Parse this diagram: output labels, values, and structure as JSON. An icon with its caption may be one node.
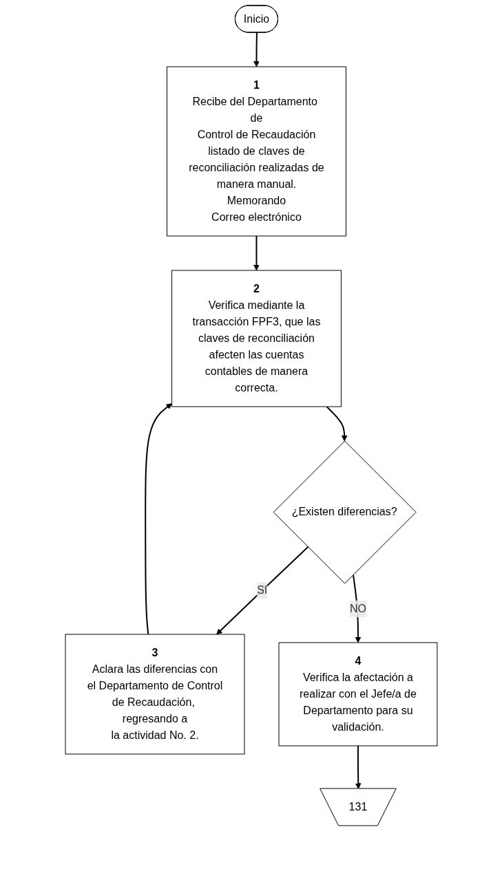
{
  "diagram": {
    "nodes": [
      {
        "text": [
          "Inicio"
        ]
      },
      {
        "text": [
          "1",
          "Recibe del Departamento de Control de Recaudación listado de claves de reconciliación realizadas de manera manual.",
          "Memorando",
          "Correo electrónico"
        ]
      },
      {
        "text": [
          "2",
          "Verifica mediante la transacción FPF3, que las claves de reconciliación afecten las cuentas contables de manera correcta."
        ]
      },
      {
        "text": [
          "¿Existen diferencias?"
        ]
      },
      {
        "text": [
          "3",
          "Aclara las diferencias con el Departamento de Control de Recaudación, regresando a la actividad No. 2."
        ]
      },
      {
        "text": [
          "4",
          "Verifica la afectación a realizar con el Jefe/a de Departamento para su validación."
        ]
      },
      {
        "text": [
          "131"
        ]
      }
    ],
    "edges": [
      {
        "from": 0,
        "to": 1,
        "arrow": "to"
      },
      {
        "from": 1,
        "to": 2,
        "arrow": "to"
      },
      {
        "from": 2,
        "to": 3,
        "arrow": "to"
      },
      {
        "from": 3,
        "to": 4,
        "arrow": "to",
        "label": "SI"
      },
      {
        "from": 4,
        "to": 2,
        "arrow": "to"
      },
      {
        "from": 3,
        "to": 5,
        "arrow": "to",
        "label": "NO"
      },
      {
        "from": 5,
        "to": 6,
        "arrow": "to"
      }
    ]
  }
}
